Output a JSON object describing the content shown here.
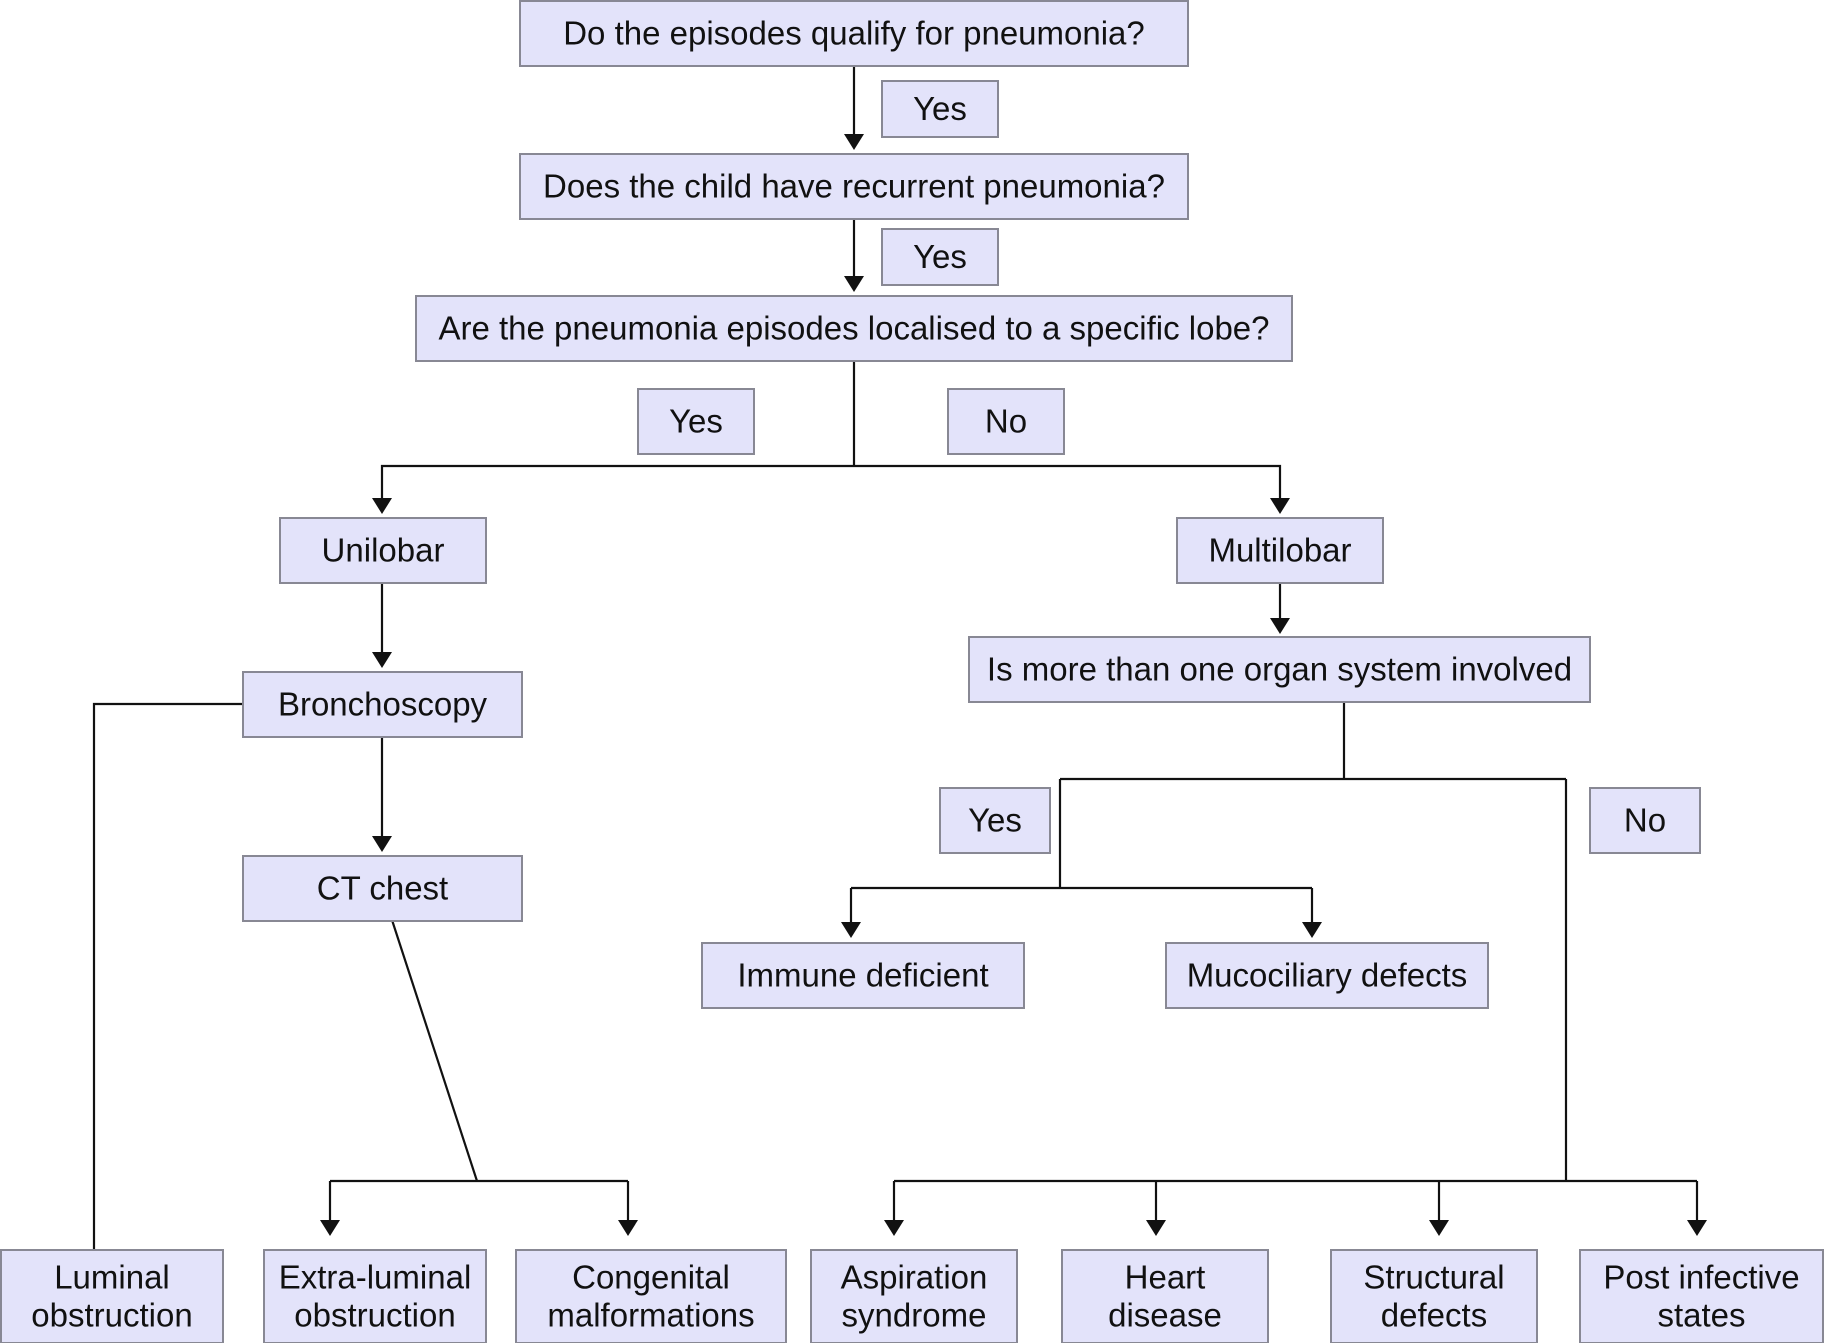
{
  "diagram": {
    "nodes": {
      "q_qualify": [
        "Do the episodes qualify for pneumonia?"
      ],
      "q_recurrent": [
        "Does the child have recurrent pneumonia?"
      ],
      "q_localised": [
        "Are the pneumonia episodes localised to a specific lobe?"
      ],
      "unilobar": [
        "Unilobar"
      ],
      "multilobar": [
        "Multilobar"
      ],
      "bronchoscopy": [
        "Bronchoscopy"
      ],
      "ct_chest": [
        "CT chest"
      ],
      "q_organ": [
        "Is more than one organ system involved"
      ],
      "immune": [
        "Immune deficient"
      ],
      "mucociliary": [
        "Mucociliary defects"
      ],
      "luminal": [
        "Luminal",
        "obstruction"
      ],
      "extraluminal": [
        "Extra-luminal",
        "obstruction"
      ],
      "congenital": [
        "Congenital",
        "malformations"
      ],
      "aspiration": [
        "Aspiration",
        "syndrome"
      ],
      "heart": [
        "Heart",
        "disease"
      ],
      "structural": [
        "Structural",
        "defects"
      ],
      "postinfective": [
        "Post infective",
        "states"
      ]
    },
    "labels": {
      "yes_1": "Yes",
      "yes_2": "Yes",
      "yes_3": "Yes",
      "no_3": "No",
      "yes_4": "Yes",
      "no_4": "No"
    }
  }
}
